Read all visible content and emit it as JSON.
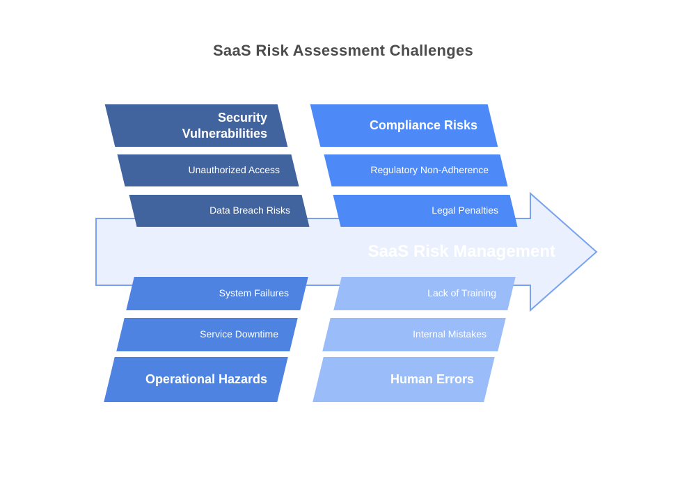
{
  "title": "SaaS Risk Assessment Challenges",
  "arrow": {
    "label": "SaaS Risk Management",
    "fill": "#EAF0FD",
    "border": "#78A2F0"
  },
  "quadrants": {
    "top_left": {
      "color": "#42649E",
      "header": "Security\nVulnerabilities",
      "items": [
        "Unauthorized Access",
        "Data Breach Risks"
      ]
    },
    "top_right": {
      "color": "#4D8AF8",
      "header": "Compliance Risks",
      "items": [
        "Regulatory Non-Adherence",
        "Legal Penalties"
      ]
    },
    "bottom_left": {
      "color": "#4E83E1",
      "header": "Operational Hazards",
      "items": [
        "System Failures",
        "Service Downtime"
      ]
    },
    "bottom_right": {
      "color": "#9ABDF9",
      "header": "Human Errors",
      "items": [
        "Lack of Training",
        "Internal Mistakes"
      ]
    }
  },
  "colors": {
    "title_text": "#4C4C4C",
    "bar_text": "#FFFFFF"
  }
}
